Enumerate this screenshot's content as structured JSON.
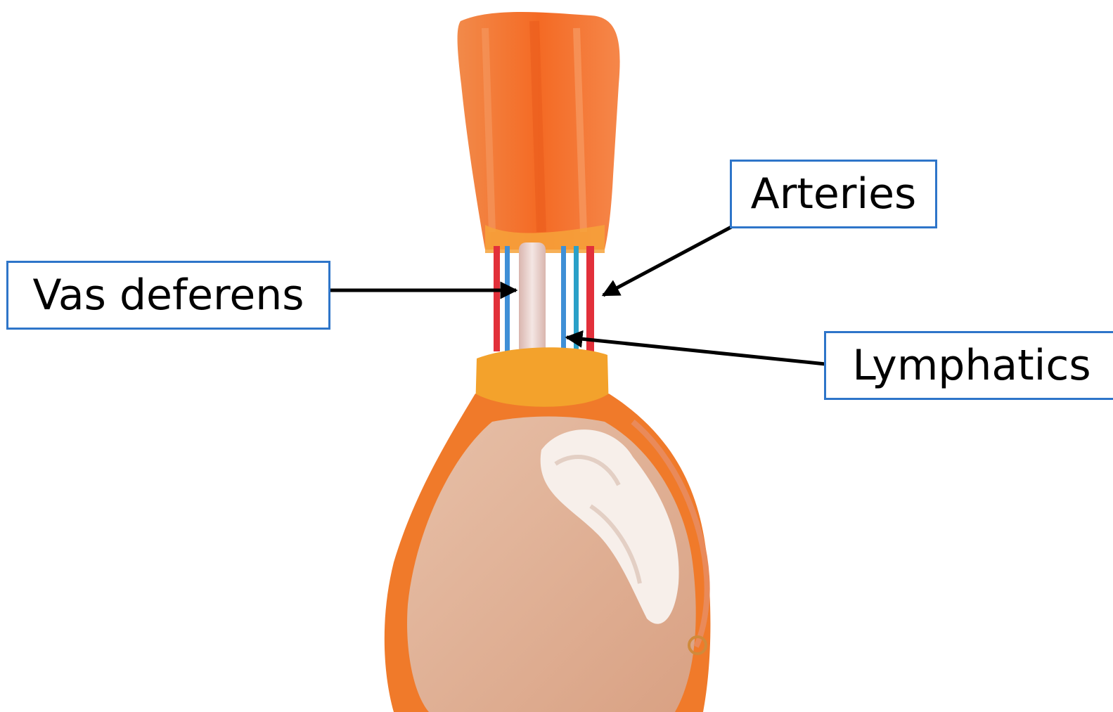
{
  "labels": {
    "vas_deferens": "Vas deferens",
    "arteries": "Arteries",
    "lymphatics": "Lymphatics"
  },
  "colors": {
    "label_border": "#2e75c9",
    "arrow": "#000000",
    "tunica": "#f07a2a",
    "cremaster": "#f26a22",
    "testis": "#e4b59d",
    "artery": "#e2303a",
    "vein": "#3f8fd6",
    "vas": "#efd8d4",
    "title": "#2e2a7a"
  }
}
